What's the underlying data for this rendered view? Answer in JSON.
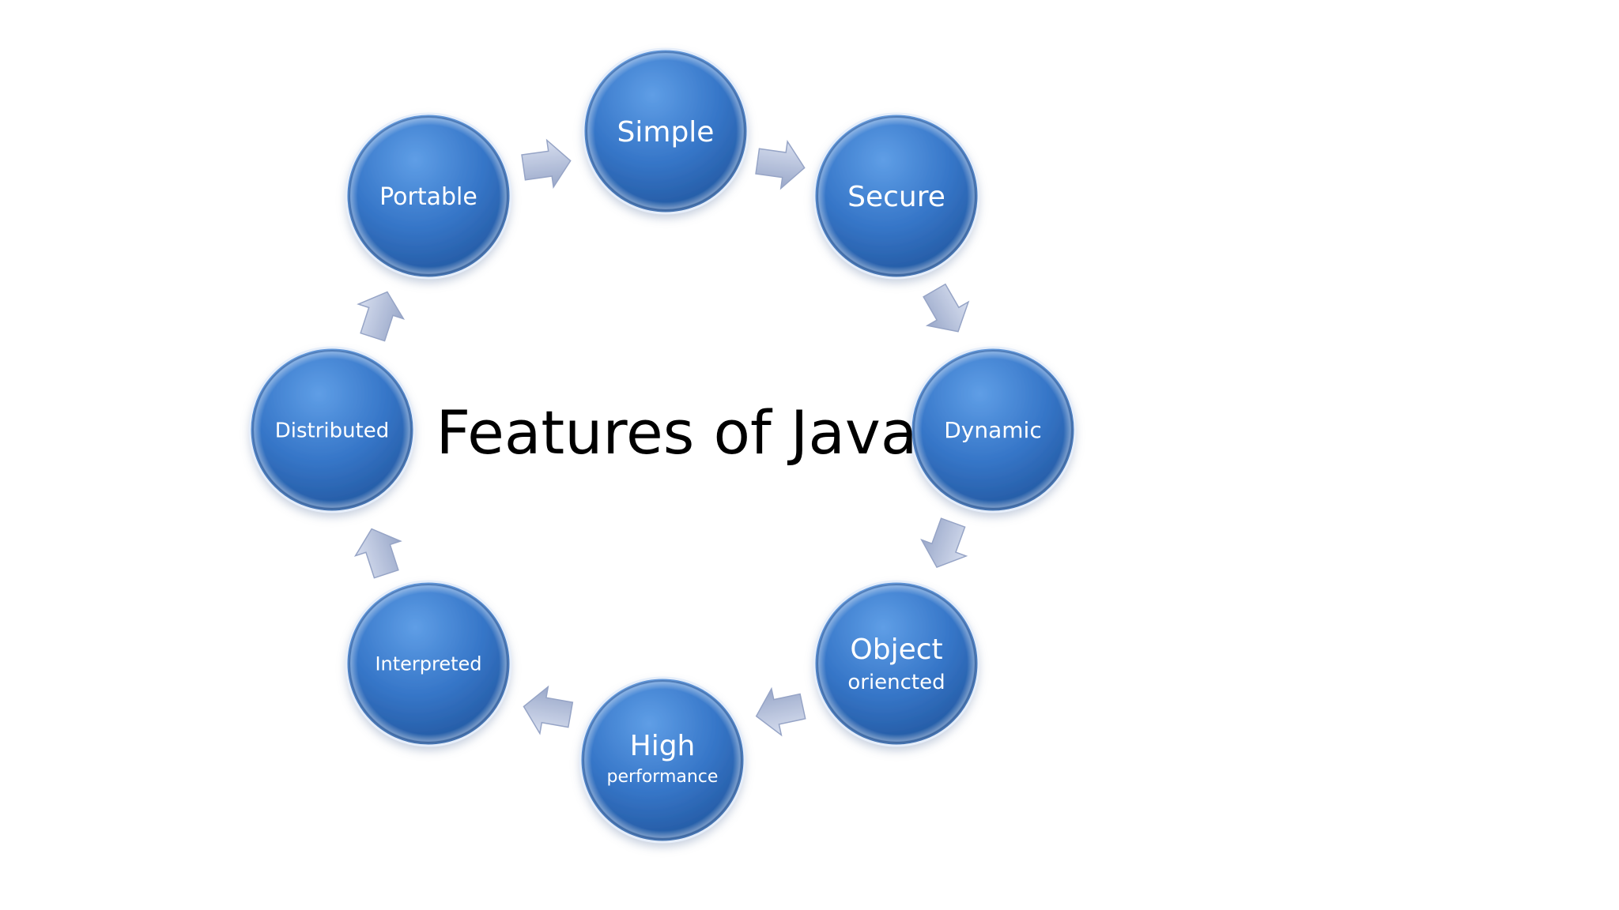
{
  "title": "Features of Java",
  "nodes": [
    {
      "id": "simple",
      "line1": "Simple",
      "line2": ""
    },
    {
      "id": "secure",
      "line1": "Secure",
      "line2": ""
    },
    {
      "id": "dynamic",
      "line1": "Dynamic",
      "line2": ""
    },
    {
      "id": "object-oriented",
      "line1": "Object",
      "line2": "oriencted"
    },
    {
      "id": "high-performance",
      "line1": "High",
      "line2": "performance"
    },
    {
      "id": "interpreted",
      "line1": "Interpreted",
      "line2": ""
    },
    {
      "id": "distributed",
      "line1": "Distributed",
      "line2": ""
    },
    {
      "id": "portable",
      "line1": "Portable",
      "line2": ""
    }
  ],
  "colors": {
    "circle_fill": "#2f6fbf",
    "circle_highlight": "#5a99e0",
    "circle_edge": "#1f4f8f",
    "arrow_fill": "#a9b7d6",
    "arrow_edge": "#8b9bc0",
    "text": "#ffffff",
    "title": "#000000",
    "background": "#ffffff"
  },
  "connector_icon": "chevron-arrow"
}
